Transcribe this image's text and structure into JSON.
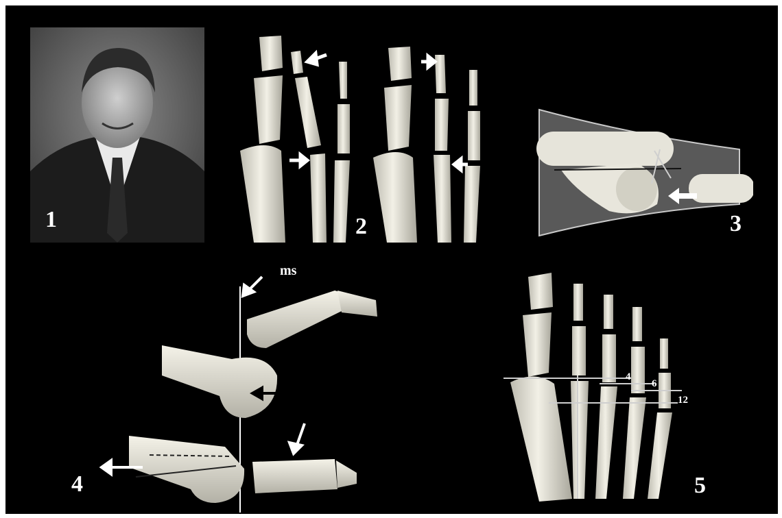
{
  "figure": {
    "panel_labels": [
      "1",
      "2",
      "3",
      "4",
      "5"
    ],
    "panel4": {
      "annotation": "ms"
    },
    "panel5": {
      "measurements": [
        "4",
        "6",
        "12"
      ]
    }
  },
  "colors": {
    "background": "#000000",
    "bone": "#e8e6dc",
    "tissue": "#5a5a5a",
    "arrow": "#ffffff"
  }
}
